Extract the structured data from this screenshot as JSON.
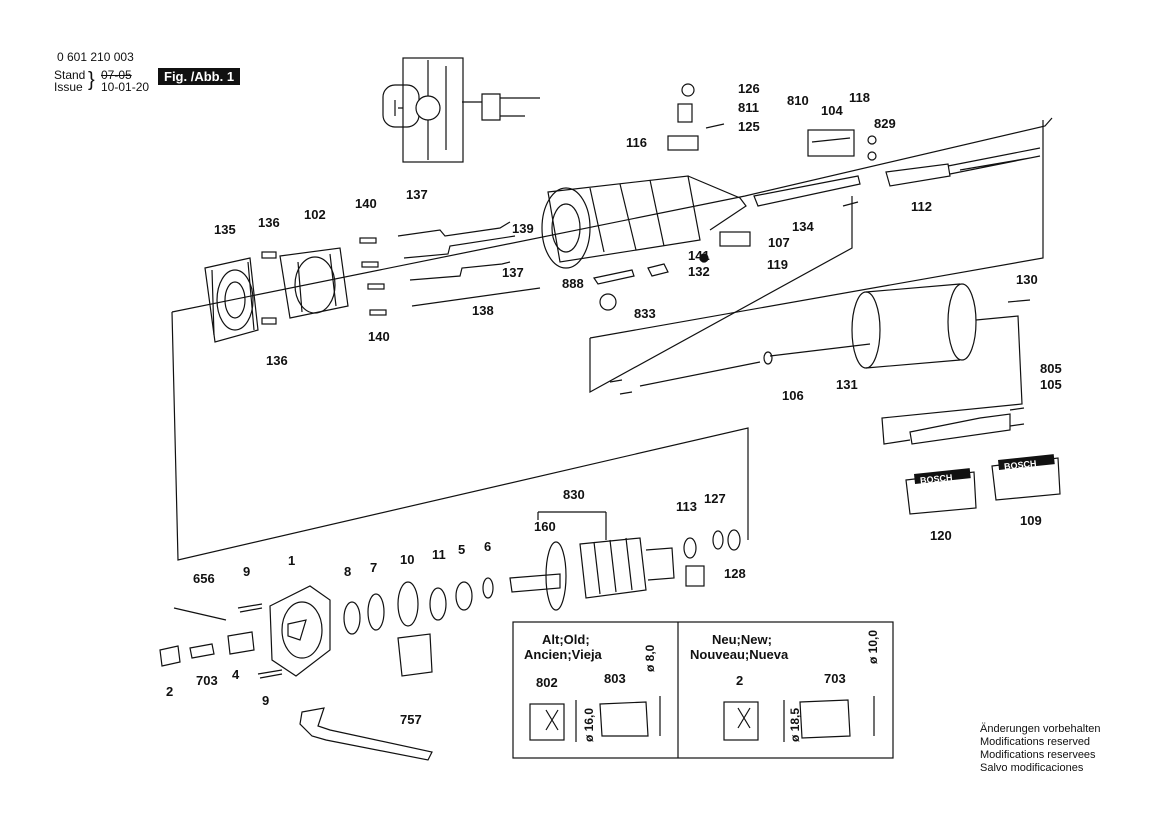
{
  "header": {
    "doc_number": "0 601 210 003",
    "stand_label": "Stand",
    "issue_label": "Issue",
    "brace": "}",
    "stand_value": "07-05",
    "issue_value": "10-01-20",
    "figure_label": "Fig. /Abb. 1"
  },
  "part_numbers": {
    "p126": "126",
    "p811": "811",
    "p125": "125",
    "p810": "810",
    "p116": "116",
    "p104": "104",
    "p118": "118",
    "p829": "829",
    "p112": "112",
    "p137a": "137",
    "p140a": "140",
    "p102": "102",
    "p136a": "136",
    "p135": "135",
    "p139": "139",
    "p137b": "137",
    "p138": "138",
    "p140b": "140",
    "p136b": "136",
    "p134": "134",
    "p107": "107",
    "p141": "141",
    "p132": "132",
    "p119": "119",
    "p888": "888",
    "p833": "833",
    "p130": "130",
    "p805": "805",
    "p105": "105",
    "p131": "131",
    "p106": "106",
    "p830": "830",
    "p160": "160",
    "p113": "113",
    "p127": "127",
    "p128": "128",
    "p120": "120",
    "p109": "109",
    "p656": "656",
    "p9a": "9",
    "p1": "1",
    "p8": "8",
    "p7": "7",
    "p10": "10",
    "p11": "11",
    "p5": "5",
    "p6": "6",
    "p2": "2",
    "p703": "703",
    "p4": "4",
    "p9b": "9",
    "p757": "757"
  },
  "badges": {
    "brand_left": "BOSCH",
    "brand_right": "BOSCH"
  },
  "inset": {
    "old_title_1": "Alt;Old;",
    "old_title_2": "Ancien;Vieja",
    "old_dia_top": "ø 8,0",
    "old_part_a": "802",
    "old_part_b": "803",
    "old_dia_side": "ø 16,0",
    "new_title_1": "Neu;New;",
    "new_title_2": "Nouveau;Nueva",
    "new_dia_top": "ø 10,0",
    "new_part_a": "2",
    "new_part_b": "703",
    "new_dia_side": "ø 18,5"
  },
  "footer": {
    "line1": "Änderungen vorbehalten",
    "line2": "Modifications reserved",
    "line3": "Modifications reservees",
    "line4": "Salvo modificaciones"
  }
}
